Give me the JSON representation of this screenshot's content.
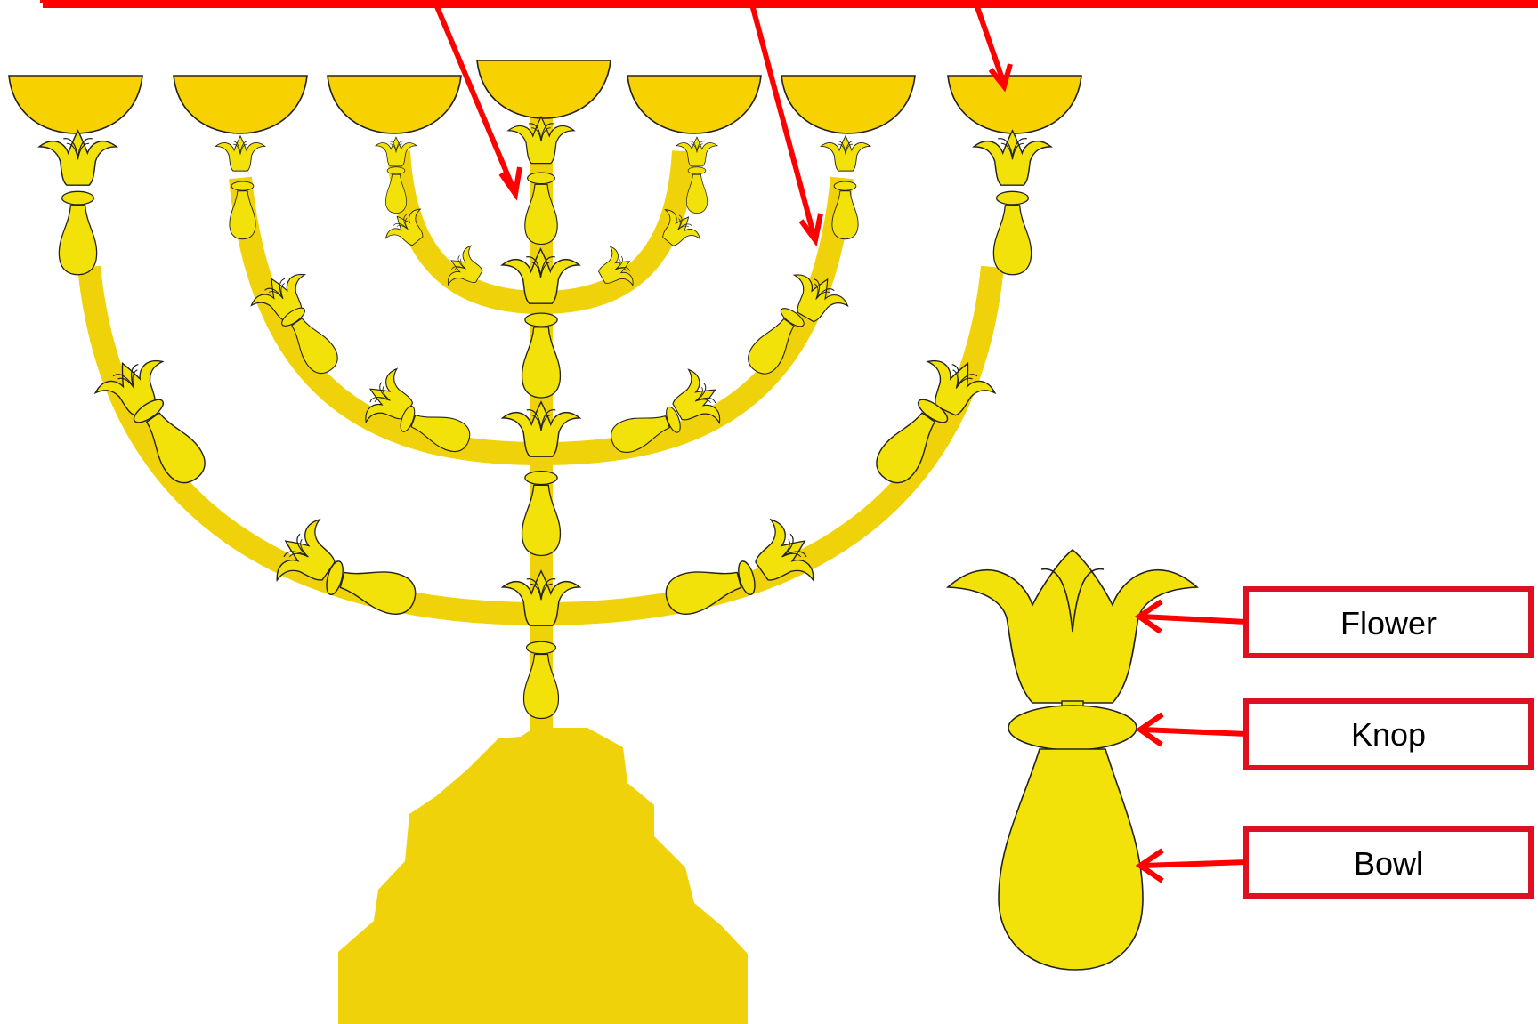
{
  "labels": {
    "flower": "Flower",
    "knop": "Knop",
    "bowl": "Bowl"
  },
  "colors": {
    "gold": "#f2e20a",
    "bowl_gold": "#f7d200",
    "branch": "#efd20a",
    "base": "#efd20a",
    "outline": "#222222",
    "arrow": "#ff0000",
    "box_border": "#e01020"
  },
  "branches": {
    "count": 7,
    "cups": 7
  }
}
